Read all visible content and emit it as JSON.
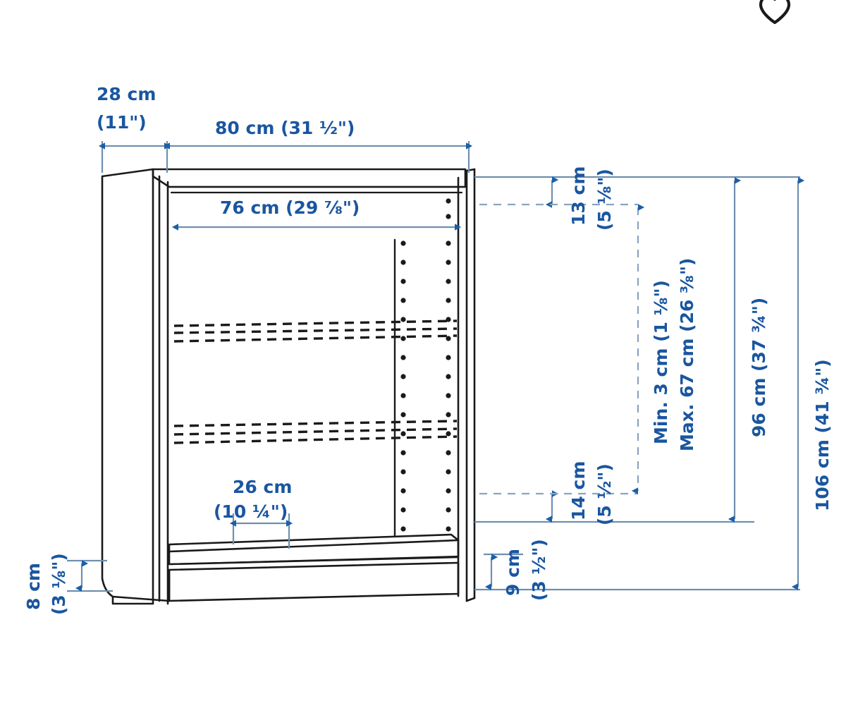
{
  "meta": {
    "title": "Bookcase dimension diagram",
    "background_color": "#ffffff",
    "dimension_text_color": "#1a56a0",
    "dimension_line_color": "#6f8fb0",
    "outline_color": "#1a1a1a"
  },
  "icons": {
    "favorite": {
      "name": "heart-icon",
      "label": "Add to favourites",
      "color": "#1a1a1a"
    }
  },
  "dimensions": {
    "depth": {
      "id": "depth-28",
      "metric": "28 cm",
      "imperial": "(11\")",
      "line1": "28 cm",
      "line2": "(11\")",
      "orientation": "horizontal",
      "value_cm": 28
    },
    "width_outer": {
      "id": "width-80",
      "metric": "80 cm",
      "imperial": "(31 ½\")",
      "label": "80 cm (31 ½\")",
      "orientation": "horizontal",
      "value_cm": 80
    },
    "width_inner": {
      "id": "inner-width-76",
      "metric": "76 cm",
      "imperial": "(29 ⅞\")",
      "label": "76 cm (29 ⅞\")",
      "orientation": "horizontal",
      "value_cm": 76
    },
    "plinth_inset": {
      "id": "plinth-26",
      "metric": "26 cm",
      "imperial": "(10 ¼\")",
      "line1": "26 cm",
      "line2": "(10 ¼\")",
      "orientation": "horizontal",
      "value_cm": 26
    },
    "foot_height": {
      "id": "foot-8",
      "metric": "8 cm",
      "imperial": "(3 ⅛\")",
      "line1": "8 cm",
      "line2": "(3 ⅛\")",
      "orientation": "vertical",
      "value_cm": 8
    },
    "top_gap": {
      "id": "top-gap-13",
      "metric": "13 cm",
      "imperial": "(5 ⅛\")",
      "line1": "13 cm",
      "line2": "(5 ⅛\")",
      "orientation": "vertical",
      "value_cm": 13
    },
    "shelf_range": {
      "id": "shelf-range",
      "line1": "Min. 3 cm (1 ⅛\")",
      "line2": "Max. 67 cm (26 ⅜\")",
      "orientation": "vertical",
      "min_cm": 3,
      "max_cm": 67
    },
    "bottom_gap": {
      "id": "bottom-gap-14",
      "metric": "14 cm",
      "imperial": "(5 ½\")",
      "line1": "14 cm",
      "line2": "(5 ½\")",
      "orientation": "vertical",
      "value_cm": 14
    },
    "plinth_height": {
      "id": "plinth-9",
      "metric": "9 cm",
      "imperial": "(3 ½\")",
      "line1": "9 cm",
      "line2": "(3 ½\")",
      "orientation": "vertical",
      "value_cm": 9
    },
    "inner_height": {
      "id": "inner-height-96",
      "metric": "96 cm",
      "imperial": "(37 ¾\")",
      "label": "96 cm (37 ¾\")",
      "orientation": "vertical",
      "value_cm": 96
    },
    "total_height": {
      "id": "total-height-106",
      "metric": "106 cm",
      "imperial": "(41 ¾\")",
      "label": "106 cm (41 ¾\")",
      "orientation": "vertical",
      "value_cm": 106
    }
  }
}
